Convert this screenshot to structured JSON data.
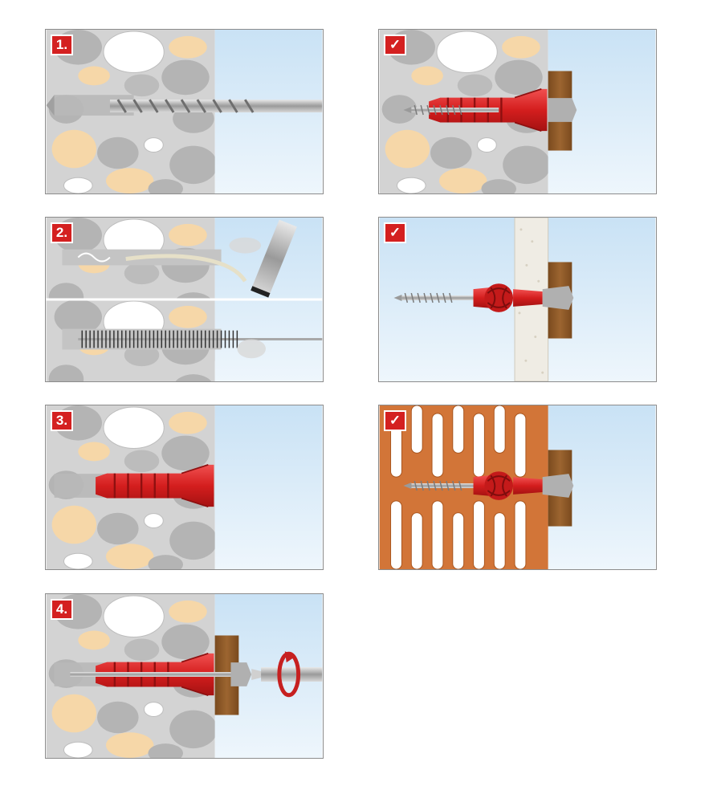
{
  "steps": {
    "step1": {
      "label": "1."
    },
    "step2": {
      "label": "2."
    },
    "step3": {
      "label": "3."
    },
    "step4": {
      "label": "4."
    }
  },
  "checks": {
    "concrete": "✓",
    "plasterboard": "✓",
    "hollow_brick": "✓"
  },
  "colors": {
    "anchor_red": "#d82828",
    "wall_grey": "#cfcfcf",
    "wood_brown": "#8b5a2b",
    "brick_orange": "#d97b3a",
    "sky_blue": "#cfe5f6"
  },
  "icons": [
    "drill-bit-icon",
    "blow-pump-icon",
    "cleaning-brush-icon",
    "anchor-icon",
    "screwdriver-icon",
    "rotation-arrow-icon",
    "check-icon"
  ]
}
